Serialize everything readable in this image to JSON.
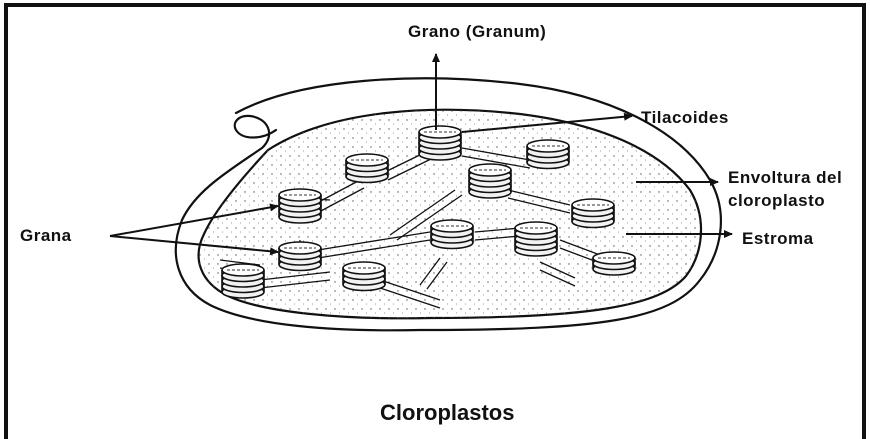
{
  "figure": {
    "title": "Cloroplastos",
    "labels": {
      "granum": "Grano (Granum)",
      "thylakoids": "Tilacoides",
      "envelope_line1": "Envoltura del",
      "envelope_line2": "cloroplasto",
      "stroma": "Estroma",
      "grana": "Grana"
    }
  }
}
